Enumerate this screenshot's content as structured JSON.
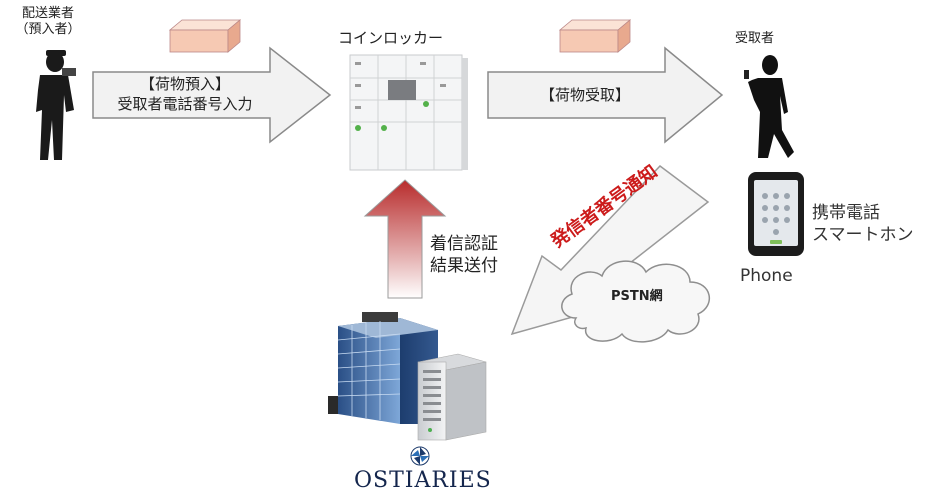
{
  "sender": {
    "title": "配送業者",
    "subtitle": "（預入者）"
  },
  "arrow_deposit": {
    "line1": "【荷物預入】",
    "line2": "受取者電話番号入力"
  },
  "locker": {
    "title": "コインロッカー"
  },
  "arrow_receive": {
    "label": "【荷物受取】"
  },
  "receiver": {
    "title": "受取者"
  },
  "phone": {
    "line1": "携帯電話",
    "line2": "スマートホン",
    "caption": "Phone"
  },
  "notify": {
    "label": "発信者番号通知"
  },
  "network": {
    "label": "PSTN網"
  },
  "auth": {
    "line1": "着信認証",
    "line2": "結果送付"
  },
  "company": {
    "name": "OSTIARIES"
  }
}
